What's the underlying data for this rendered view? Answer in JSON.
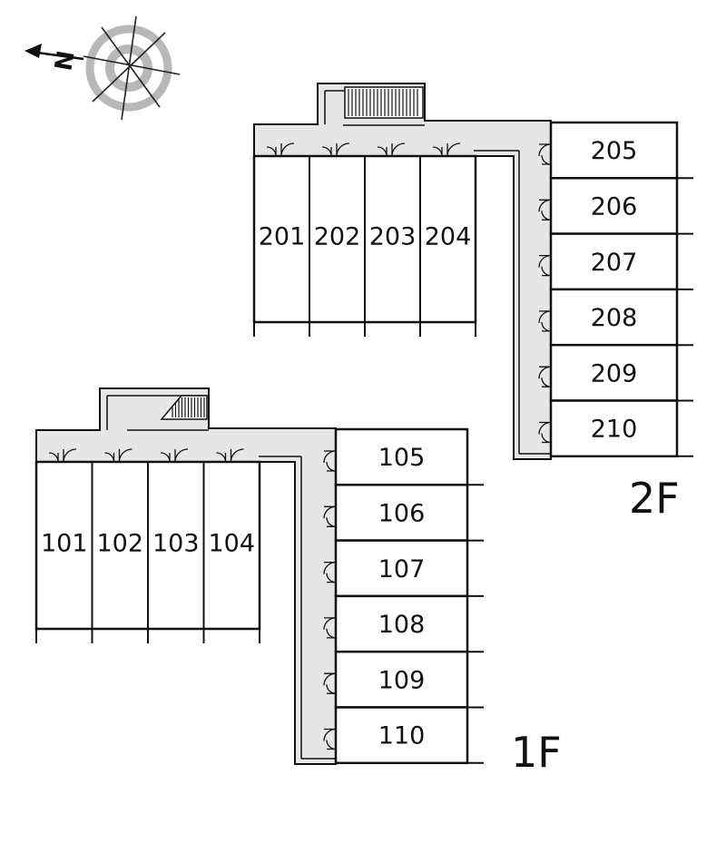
{
  "colors": {
    "wall": "#111111",
    "corridor": "#e6e6e6",
    "background": "#ffffff",
    "compass_ring": "#b8b8b8"
  },
  "compass": {
    "north_letter": "N",
    "icon": "north-arrow-icon"
  },
  "floors": [
    {
      "label": "2F",
      "side_units": [
        "205",
        "206",
        "207",
        "208",
        "209",
        "210"
      ],
      "top_units": [
        "201",
        "202",
        "203",
        "204"
      ]
    },
    {
      "label": "1F",
      "side_units": [
        "105",
        "106",
        "107",
        "108",
        "109",
        "110"
      ],
      "top_units": [
        "101",
        "102",
        "103",
        "104"
      ]
    }
  ]
}
